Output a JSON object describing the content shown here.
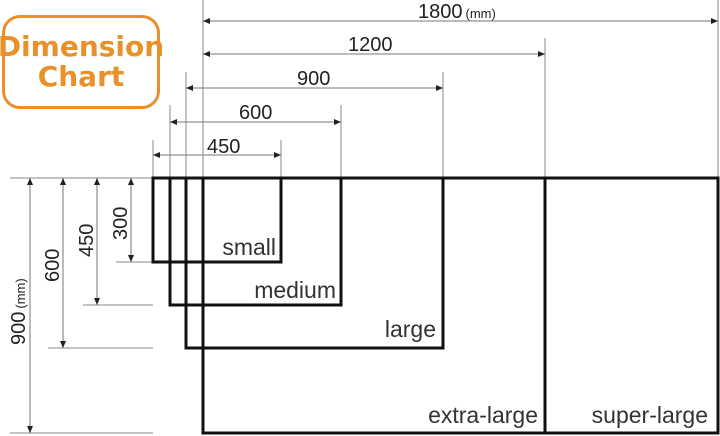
{
  "title": {
    "line1": "Dimension",
    "line2": "Chart"
  },
  "unit": "(mm)",
  "widths": [
    {
      "value": "1800",
      "unit": "(mm)"
    },
    {
      "value": "1200"
    },
    {
      "value": "900"
    },
    {
      "value": "600"
    },
    {
      "value": "450"
    }
  ],
  "heights": [
    {
      "value": "900",
      "unit": "(mm)"
    },
    {
      "value": "600"
    },
    {
      "value": "450"
    },
    {
      "value": "300"
    }
  ],
  "sizes": [
    {
      "label": "small",
      "width_mm": 450,
      "height_mm": 300
    },
    {
      "label": "medium",
      "width_mm": 600,
      "height_mm": 450
    },
    {
      "label": "large",
      "width_mm": 900,
      "height_mm": 600
    },
    {
      "label": "extra-large",
      "width_mm": 1200,
      "height_mm": 900
    },
    {
      "label": "super-large",
      "width_mm": 1800,
      "height_mm": 900
    }
  ],
  "colors": {
    "accent": "#e8912a",
    "lines": "#111111",
    "dim_lines": "#888888"
  }
}
